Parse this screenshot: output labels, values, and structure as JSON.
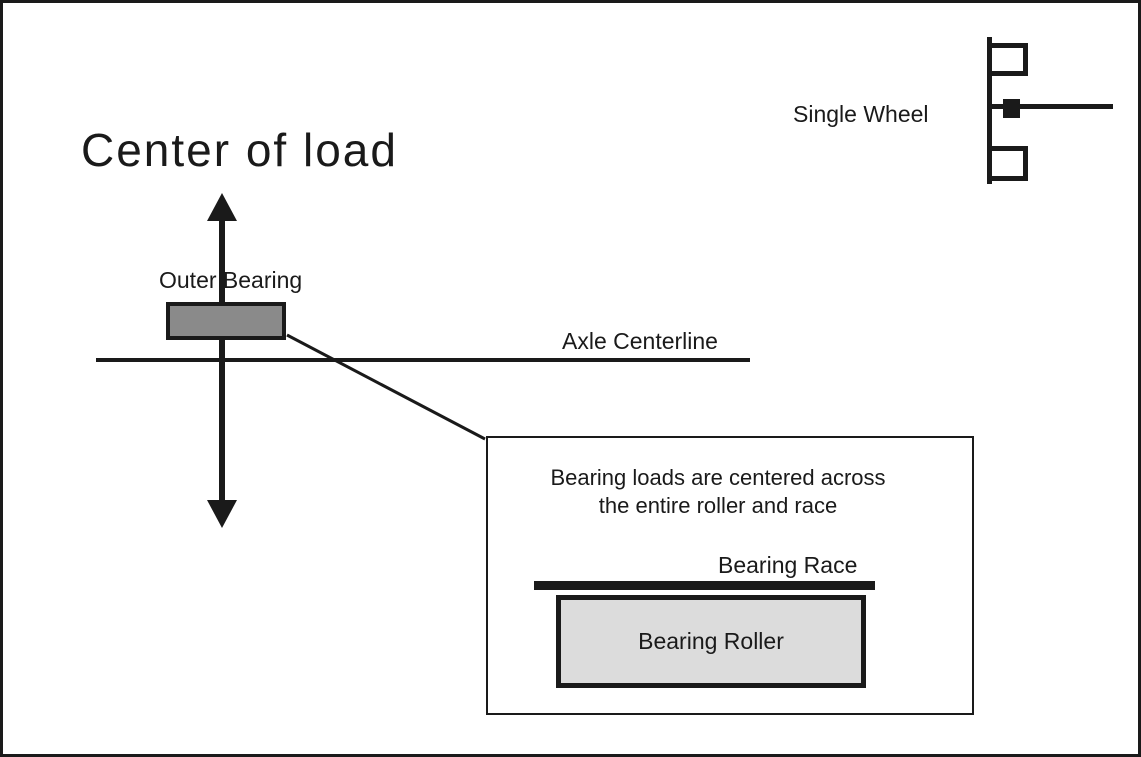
{
  "diagram": {
    "title": "Center of load",
    "labels": {
      "outer_bearing": "Outer Bearing",
      "axle_centerline": "Axle Centerline",
      "single_wheel": "Single Wheel",
      "bearing_race": "Bearing Race",
      "bearing_roller": "Bearing Roller"
    },
    "callout": {
      "line1": "Bearing loads are centered across",
      "line2": "the entire roller and race"
    },
    "colors": {
      "line_black": "#1a1a1a",
      "outer_bearing_fill": "#8a8a8a",
      "bearing_roller_fill": "#dcdcdc",
      "background": "#ffffff"
    }
  }
}
